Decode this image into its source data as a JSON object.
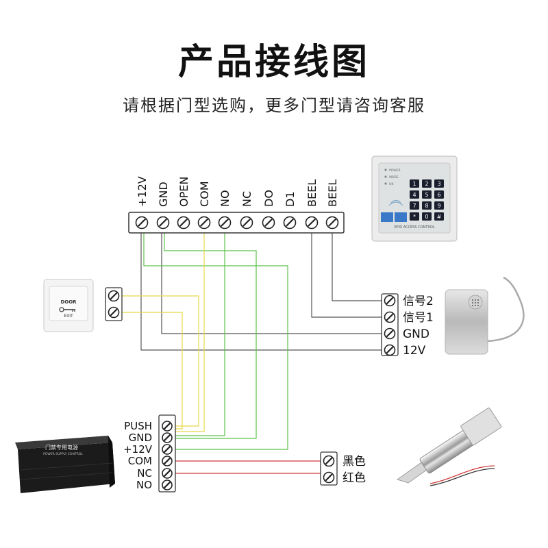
{
  "header": {
    "title": "产品接线图",
    "subtitle": "请根据门型选购，更多门型请咨询客服"
  },
  "controller_terminals": [
    "+12V",
    "GND",
    "OPEN",
    "COM",
    "NO",
    "NC",
    "DO",
    "D1",
    "BEEL",
    "BEEL"
  ],
  "keypad": {
    "status_lines": [
      "POWER",
      "MODE",
      "OK"
    ],
    "keys": [
      "1",
      "2",
      "3",
      "4",
      "5",
      "6",
      "7",
      "8",
      "9",
      "*",
      "0",
      "#"
    ],
    "footer": "RFID ACCESS CONTROL"
  },
  "exit_button": {
    "top_label": "DOOR",
    "bottom_label": "EXIT"
  },
  "buzzer_terminals": [
    "信号2",
    "信号1",
    "GND",
    "12V"
  ],
  "power_terminals": [
    "PUSH",
    "GND",
    "+12V",
    "COM",
    "NC",
    "NO"
  ],
  "power_supply": {
    "title": "门禁专用电源",
    "subtitle": "POWER SUPPLY CONTROL"
  },
  "lock_terminals": [
    "黑色",
    "红色"
  ],
  "colors": {
    "wire_gray": "#555555",
    "wire_yellow": "#e8d84a",
    "wire_green": "#5cc24a",
    "wire_red": "#d23a3a"
  }
}
